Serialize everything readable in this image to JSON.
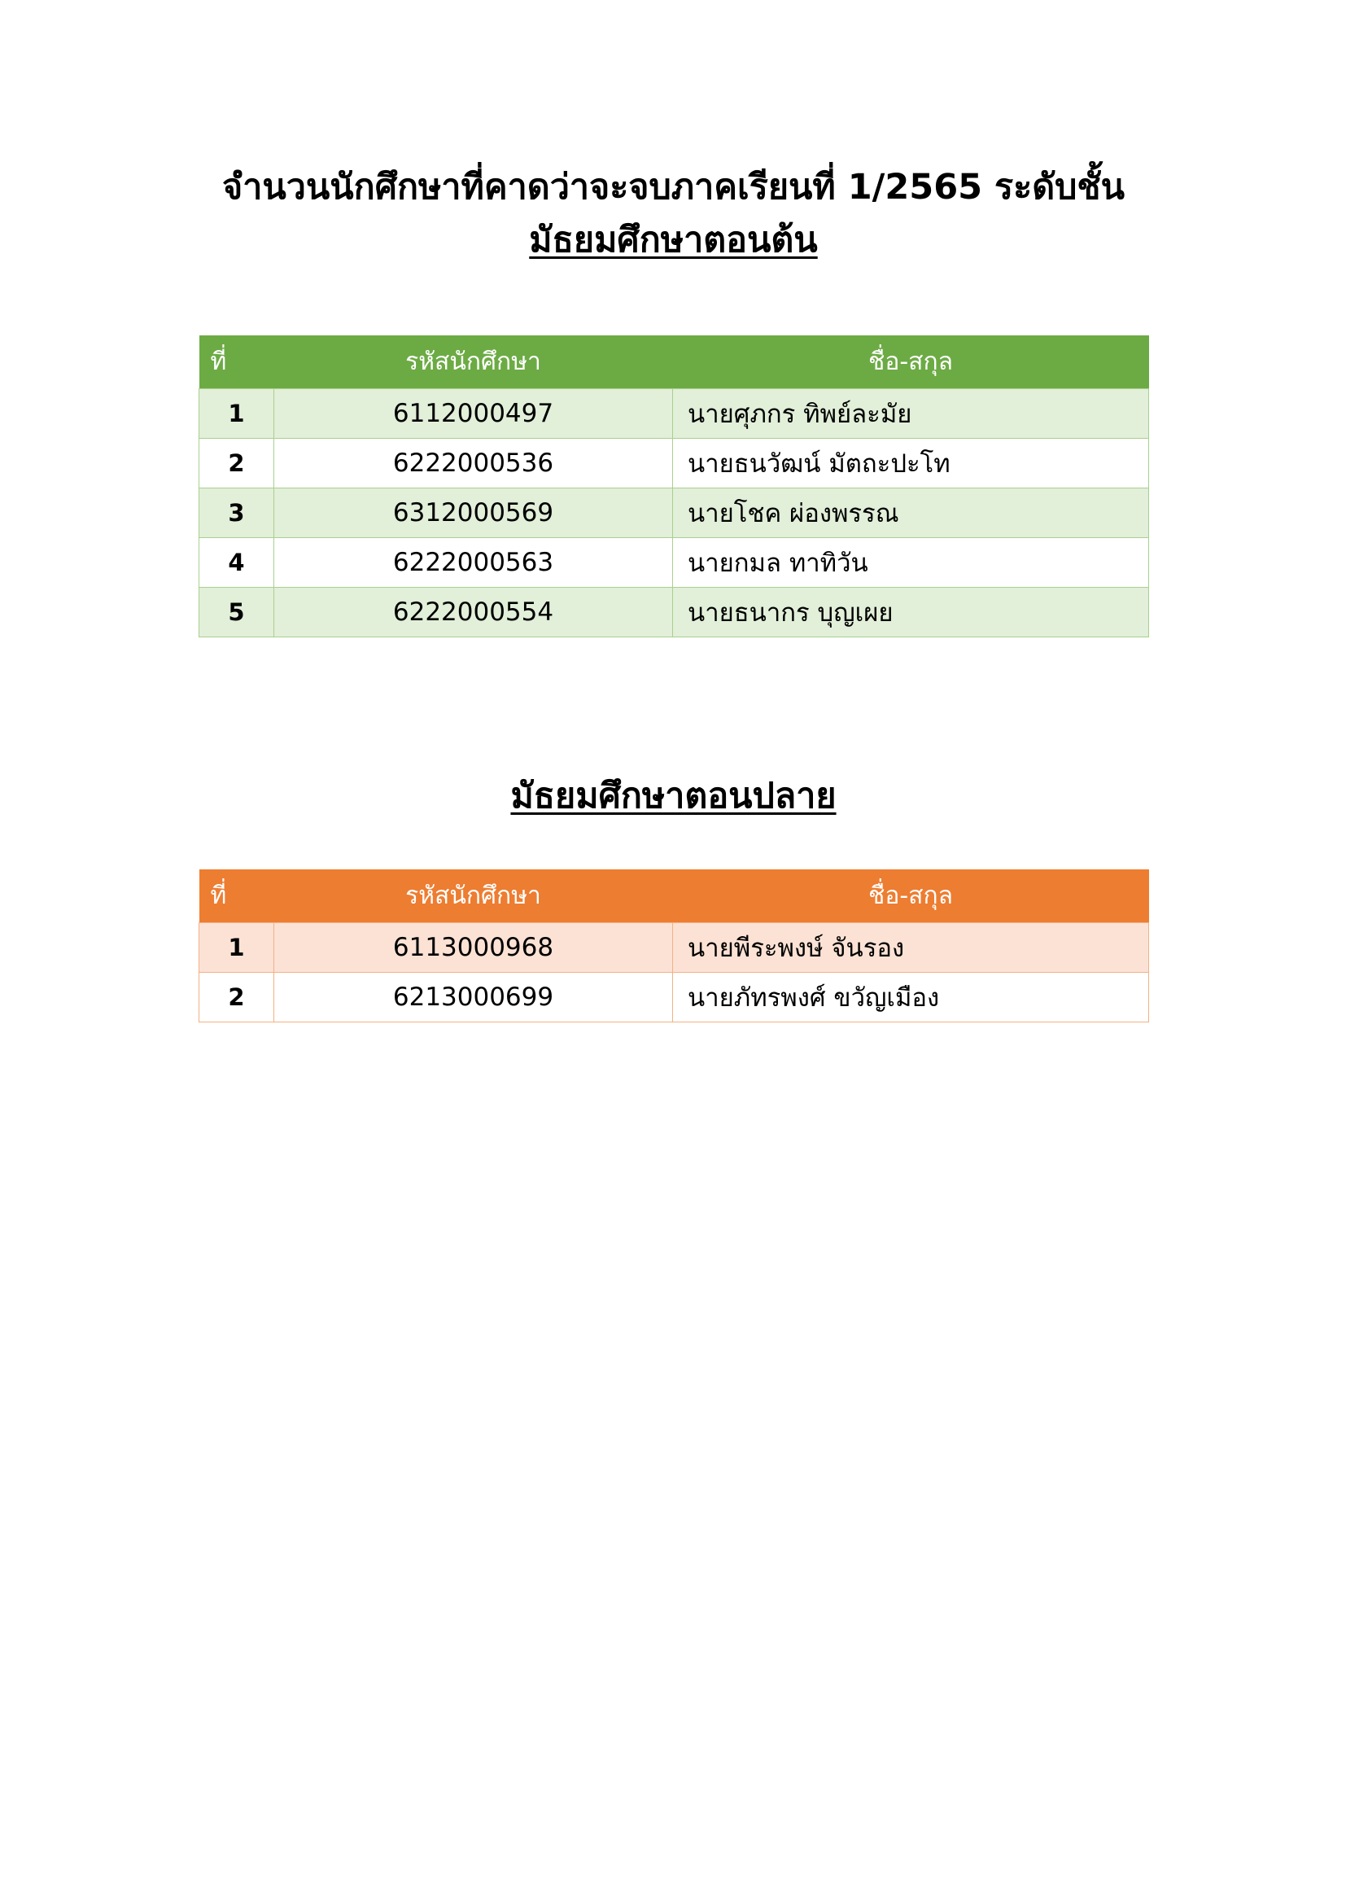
{
  "document": {
    "title_line1": "จำนวนนักศึกษาที่คาดว่าจะจบภาคเรียนที่ 1/2565 ระดับชั้น",
    "title_line2": "มัธยมศึกษาตอนต้น",
    "heading_upper": "มัธยมศึกษาตอนปลาย"
  },
  "colors": {
    "green_header": "#6CAB44",
    "green_row": "#E2EFD9",
    "green_border": "#A9D08E",
    "orange_header": "#ED7D31",
    "orange_row": "#FBE2D5",
    "orange_border": "#F4B183",
    "header_text": "#FFFFFF",
    "body_text": "#000000"
  },
  "table_lower_secondary": {
    "headers": {
      "no": "ที่",
      "student_id": "รหัสนักศึกษา",
      "name": "ชื่อ-สกุล"
    },
    "rows": [
      {
        "no": "1",
        "student_id": "6112000497",
        "name": "นายศุภกร  ทิพย์ละมัย"
      },
      {
        "no": "2",
        "student_id": "6222000536",
        "name": "นายธนวัฒน์  มัตถะปะโท"
      },
      {
        "no": "3",
        "student_id": "6312000569",
        "name": "นายโชค  ผ่องพรรณ"
      },
      {
        "no": "4",
        "student_id": "6222000563",
        "name": "นายกมล  ทาทิวัน"
      },
      {
        "no": "5",
        "student_id": "6222000554",
        "name": "นายธนากร  บุญเผย"
      }
    ]
  },
  "table_upper_secondary": {
    "headers": {
      "no": "ที่",
      "student_id": "รหัสนักศึกษา",
      "name": "ชื่อ-สกุล"
    },
    "rows": [
      {
        "no": "1",
        "student_id": "6113000968",
        "name": "นายพีระพงษ์  จันรอง"
      },
      {
        "no": "2",
        "student_id": "6213000699",
        "name": "นายภัทรพงศ์  ขวัญเมือง"
      }
    ]
  }
}
